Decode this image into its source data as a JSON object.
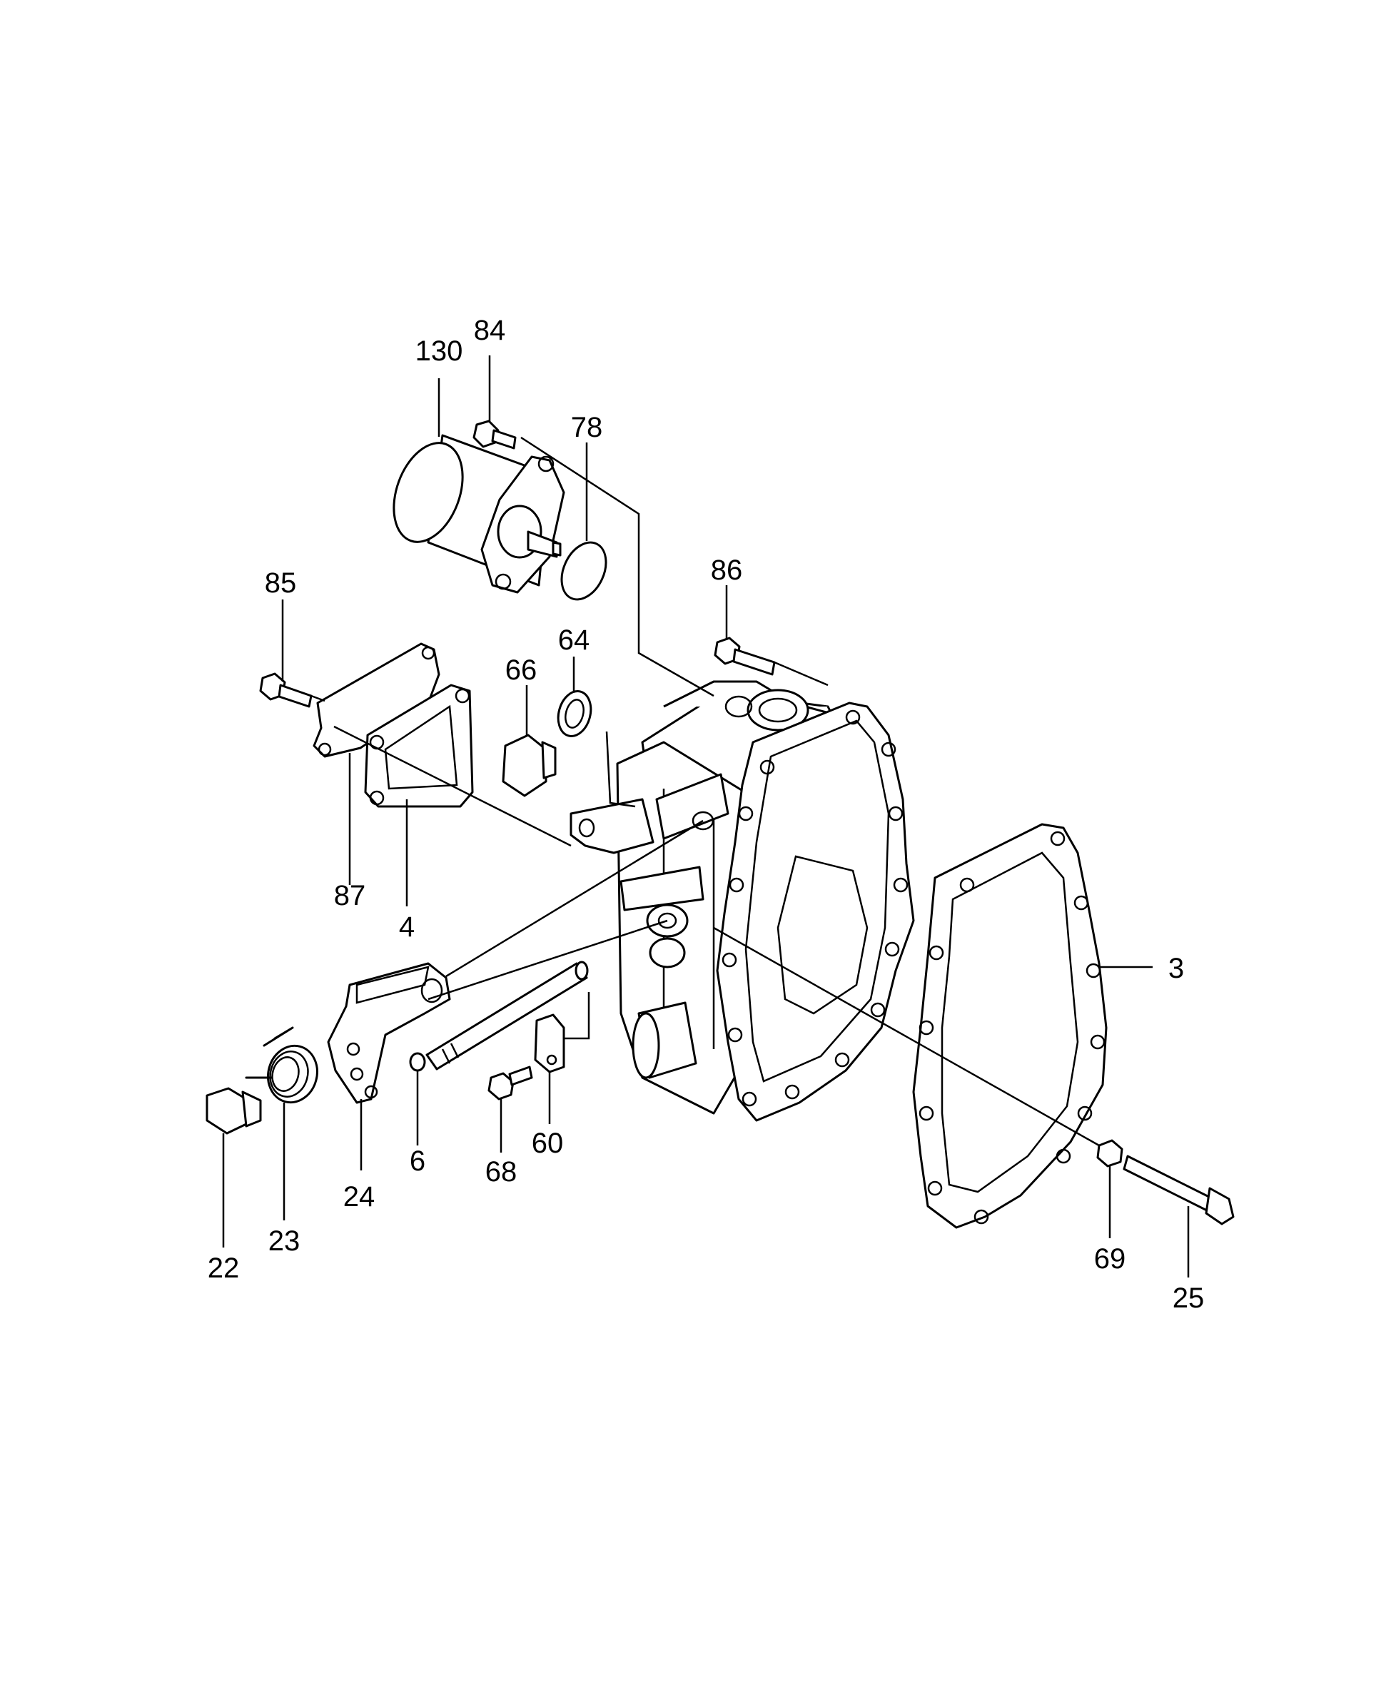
{
  "diagram": {
    "callouts": [
      {
        "id": "130",
        "label": "130"
      },
      {
        "id": "84",
        "label": "84"
      },
      {
        "id": "78",
        "label": "78"
      },
      {
        "id": "86",
        "label": "86"
      },
      {
        "id": "85",
        "label": "85"
      },
      {
        "id": "64",
        "label": "64"
      },
      {
        "id": "66",
        "label": "66"
      },
      {
        "id": "87",
        "label": "87"
      },
      {
        "id": "4",
        "label": "4"
      },
      {
        "id": "3",
        "label": "3"
      },
      {
        "id": "6",
        "label": "6"
      },
      {
        "id": "24",
        "label": "24"
      },
      {
        "id": "68",
        "label": "68"
      },
      {
        "id": "60",
        "label": "60"
      },
      {
        "id": "23",
        "label": "23"
      },
      {
        "id": "22",
        "label": "22"
      },
      {
        "id": "69",
        "label": "69"
      },
      {
        "id": "25",
        "label": "25"
      }
    ]
  }
}
